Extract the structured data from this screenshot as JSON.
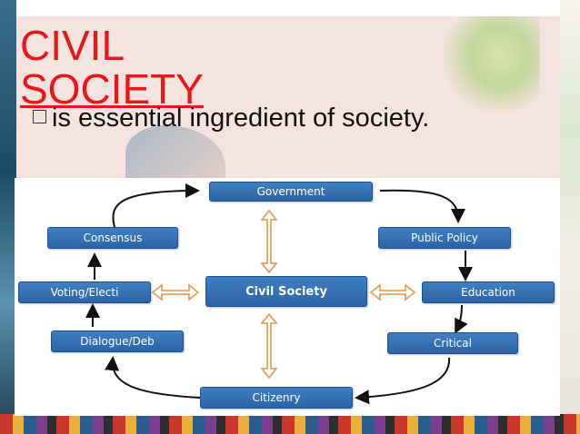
{
  "slide": {
    "title_line1": "CIVIL",
    "title_line2": "SOCIETY",
    "bullet_text": "is essential ingredient of society."
  },
  "diagram": {
    "nodes": {
      "government": "Government",
      "public_policy": "Public Policy",
      "consensus": "Consensus",
      "voting": "Voting/Electi",
      "civil_society": "Civil Society",
      "education": "Education",
      "dialogue": "Dialogue/Deb",
      "critical": "Critical",
      "citizenry": "Citizenry"
    },
    "colors": {
      "node_fill": "#2f6aab",
      "cycle_arrow": "#111111",
      "double_arrow": "#e9964a"
    }
  }
}
